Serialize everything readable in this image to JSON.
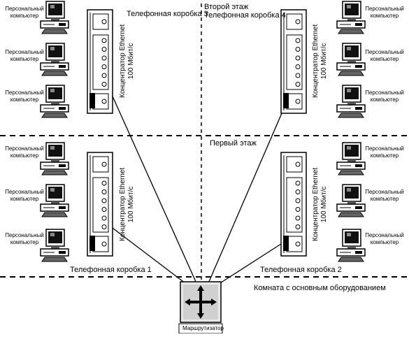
{
  "labels": {
    "pc": [
      "Персональный",
      "компьютер"
    ],
    "hub": [
      "Концентратор Ethernet",
      "100 Мбит/с"
    ],
    "second_floor": "Второй этаж",
    "first_floor": "Первый этаж",
    "box1": "Телефонная коробка 1",
    "box2": "Телефонная коробка 2",
    "box3": "Телефонная коробка 3",
    "box4": "Телефонная коробка 4",
    "equipment_room": "Комната с основным оборудованием",
    "router": "Маршрутизатор"
  },
  "icons": {
    "pc": "desktop-computer-icon",
    "hub": "ethernet-hub-icon",
    "router": "router-arrows-icon"
  }
}
